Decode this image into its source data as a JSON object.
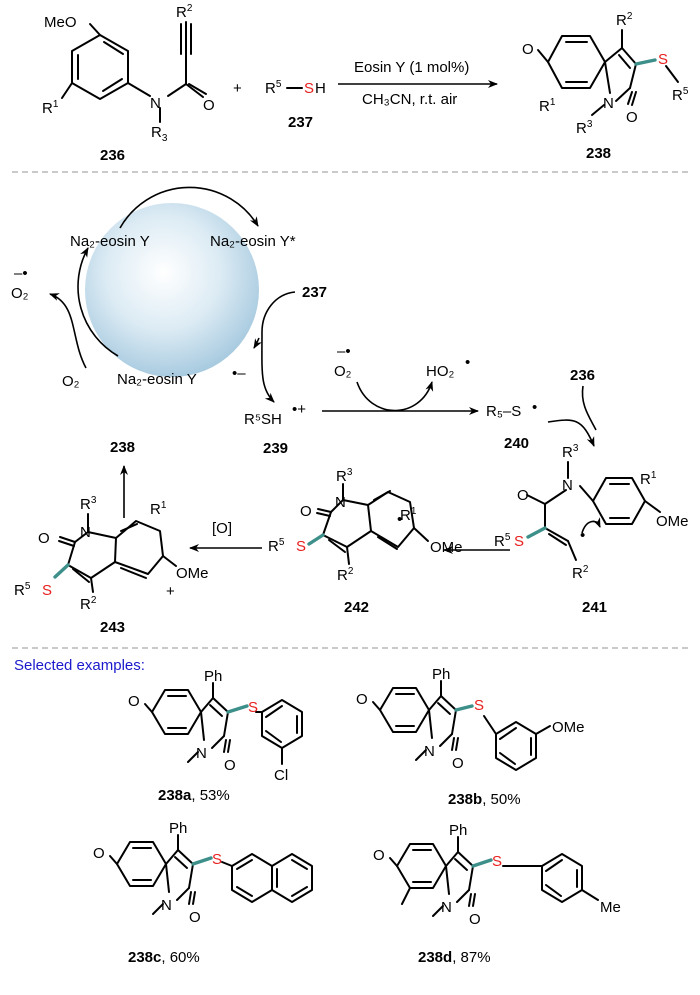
{
  "reaction": {
    "reactant_236_label": "236",
    "reactant_237_label": "237",
    "product_238_label": "238",
    "plus": "+",
    "thiol_r5": "R",
    "thiol_r5_sup": "5",
    "thiol_s": "S",
    "thiol_h": "H",
    "meo": "MeO",
    "n_atom": "N",
    "o_atom": "O",
    "r1": "R",
    "r1_sup": "1",
    "r2": "R",
    "r2_sup": "2",
    "r3": "R",
    "r3_sub": "3",
    "r3_prod": "R",
    "r3_prod_sup": "3",
    "r5": "R",
    "r5_sup": "5",
    "s_atom": "S",
    "conditions_top": "Eosin Y (1 mol%)",
    "conditions_bottom": "CH₃CN, r.t. air"
  },
  "mechanism": {
    "eosin_ground": "Na₂-eosin Y",
    "eosin_excited": "Na₂-eosin Y*",
    "eosin_radical_anion": "Na₂-eosin Y",
    "radical_anion_sign": "•–",
    "superoxide": "O₂",
    "superoxide_sign": "–•",
    "oxygen": "O₂",
    "label_237": "237",
    "radical_cation": "R⁵SH",
    "radical_cation_sign": "•+",
    "label_239": "239",
    "superoxide_mid": "O₂",
    "superoxide_mid_sign": "–•",
    "hydroperoxyl": "HO₂",
    "hydroperoxyl_dot": "•",
    "thiyl": "R₅–S",
    "thiyl_dot": "•",
    "label_240": "240",
    "label_236": "236",
    "label_238": "238",
    "label_241": "241",
    "label_242": "242",
    "label_243": "243",
    "oxidant": "[O]",
    "ome": "OMe",
    "plus_charge": "+"
  },
  "examples": {
    "heading": "Selected examples:",
    "ph": "Ph",
    "cl": "Cl",
    "ome": "OMe",
    "me": "Me",
    "compounds": [
      {
        "id": "238a",
        "yield": ", 53%"
      },
      {
        "id": "238b",
        "yield": ", 50%"
      },
      {
        "id": "238c",
        "yield": ", 60%"
      },
      {
        "id": "238d",
        "yield": ", 87%"
      }
    ]
  },
  "colors": {
    "sulfur": "#e8201f",
    "bond_accent": "#3d8f8a",
    "heading": "#1a1acc",
    "catalyst_circle": "#aacde3"
  }
}
